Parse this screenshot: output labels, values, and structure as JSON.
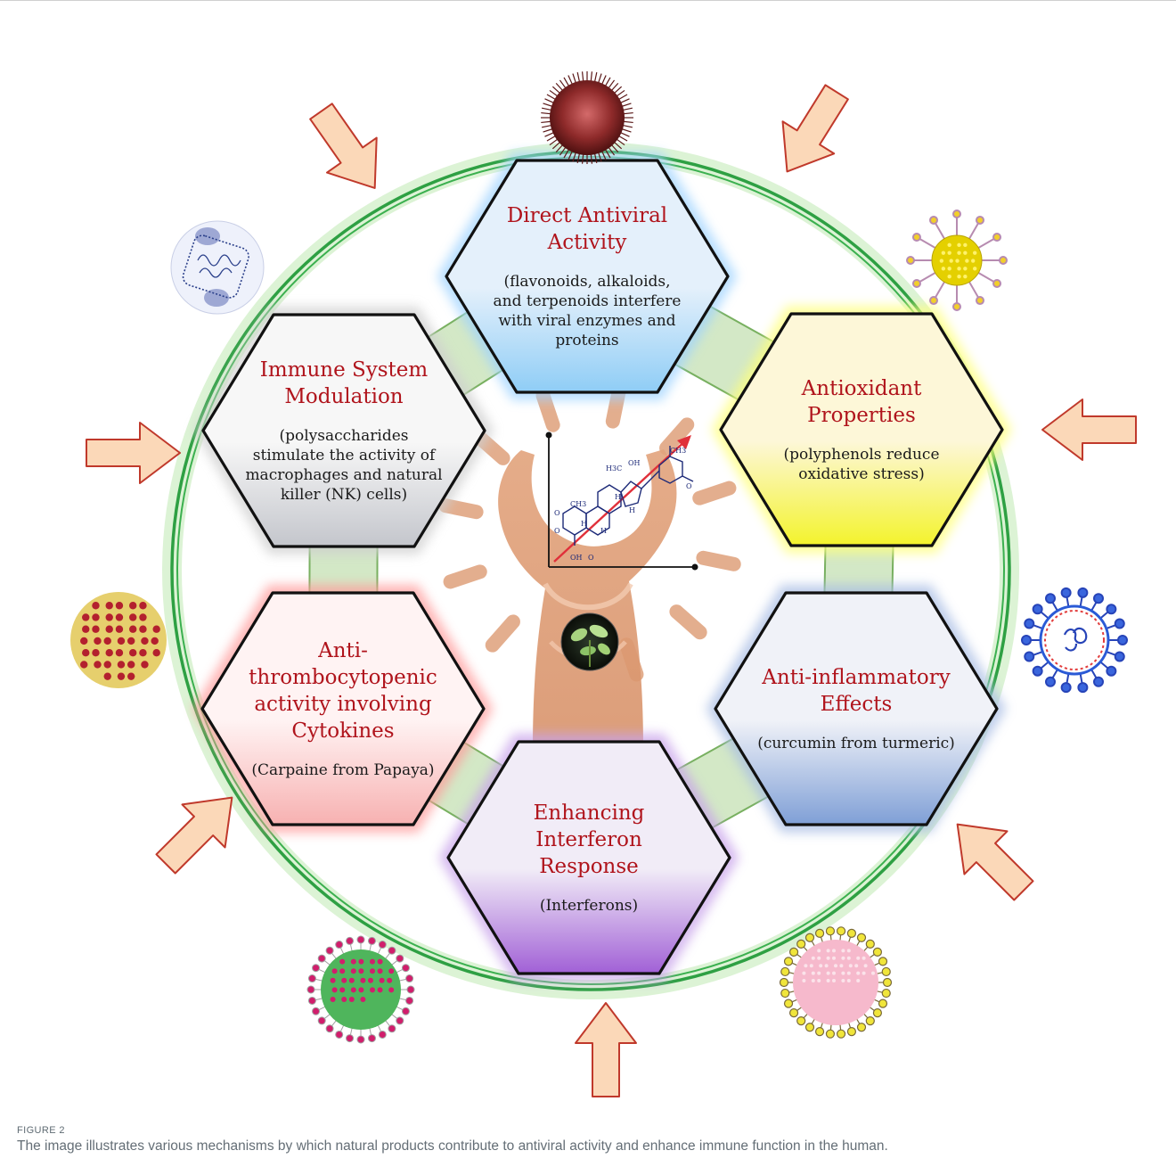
{
  "figure": {
    "label": "FIGURE 2",
    "caption": "The image illustrates various mechanisms by which natural products contribute to antiviral activity and enhance immune function in the human."
  },
  "mechanisms": [
    {
      "id": "antiviral",
      "title": [
        "Direct Antiviral",
        "Activity"
      ],
      "body": [
        "(flavonoids, alkaloids,",
        "and terpenoids interfere",
        "with viral enzymes and",
        "proteins"
      ],
      "fill_top": "#e4f0fb",
      "fill_bottom": "#8fcdf6",
      "glow": "#9fd3ff"
    },
    {
      "id": "antioxidant",
      "title": [
        "Antioxidant",
        "Properties"
      ],
      "body": [
        "(polyphenols reduce",
        "oxidative stress)"
      ],
      "fill_top": "#fdf7d8",
      "fill_bottom": "#f3f32c",
      "glow": "#ffff7a"
    },
    {
      "id": "antiinflammatory",
      "title": [
        "Anti-inflammatory",
        "Effects"
      ],
      "body": [
        "(curcumin from turmeric)"
      ],
      "fill_top": "#f0f2f8",
      "fill_bottom": "#7f9fd6",
      "glow": "#a9bde4"
    },
    {
      "id": "interferon",
      "title": [
        "Enhancing",
        "Interferon",
        "Response"
      ],
      "body": [
        "(Interferons)"
      ],
      "fill_top": "#f1ecf7",
      "fill_bottom": "#a160d6",
      "glow": "#c8a2ea"
    },
    {
      "id": "thrombocytopenic",
      "title": [
        "Anti-",
        "thrombocytopenic",
        "activity involving",
        "Cytokines"
      ],
      "body": [
        "(Carpaine from Papaya)"
      ],
      "fill_top": "#fff3f3",
      "fill_bottom": "#f7b1b1",
      "glow": "#ff9b9b"
    },
    {
      "id": "immune",
      "title": [
        "Immune System",
        "Modulation"
      ],
      "body": [
        "(polysaccharides",
        "stimulate the activity of",
        "macrophages and natural",
        "killer (NK) cells)"
      ],
      "fill_top": "#f7f7f7",
      "fill_bottom": "#c4c6cc",
      "glow": "#cfcfcf"
    }
  ],
  "colors": {
    "title_red": "#b0141c",
    "ring_green": "#2ea043",
    "arrow_fill": "#fbd8b8",
    "arrow_stroke": "#c0392b",
    "connector_green": "#cfe6c0"
  },
  "molecule_labels": [
    "H3C",
    "OH",
    "CH3",
    "CH3",
    "H",
    "H",
    "O",
    "O",
    "OH",
    "O",
    "O",
    "H",
    "H"
  ]
}
